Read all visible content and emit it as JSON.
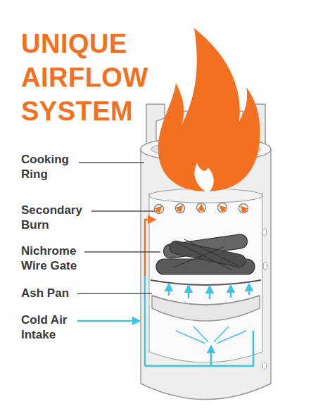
{
  "diagram": {
    "title": "UNIQUE AIRFLOW SYSTEM",
    "labels": [
      "Cooking Ring",
      "Secondary Burn",
      "Nichrome Wire Gate",
      "Ash Pan",
      "Cold Air Intake"
    ]
  }
}
